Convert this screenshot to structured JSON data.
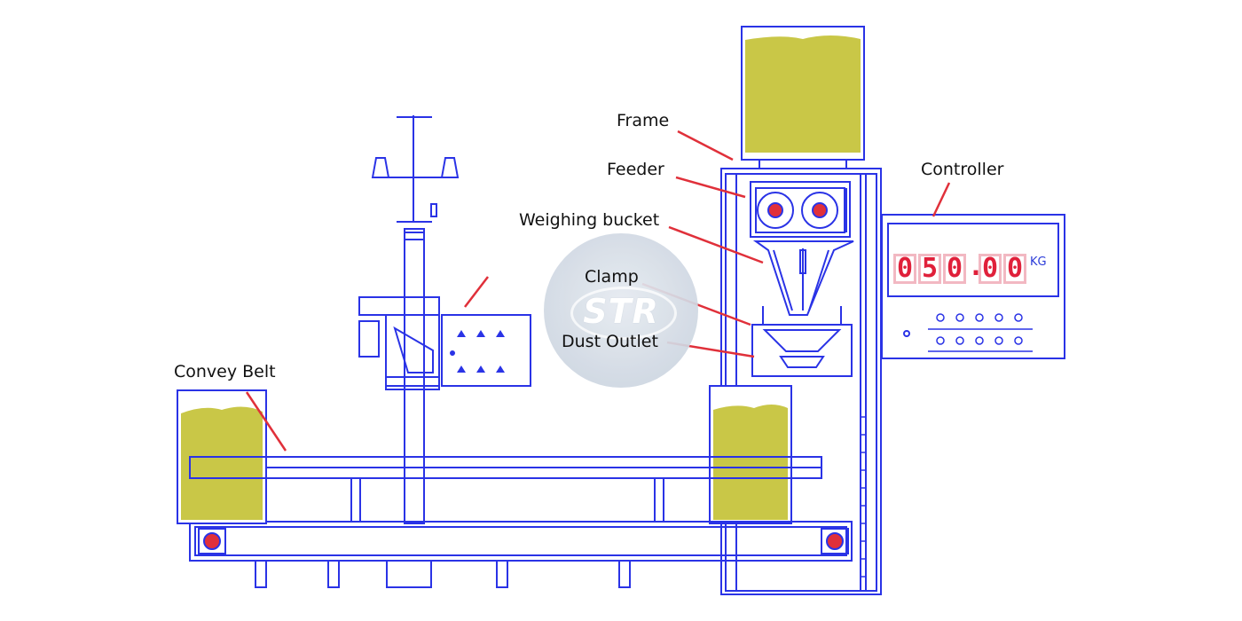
{
  "labels": {
    "frame": "Frame",
    "feeder": "Feeder",
    "weighing_bucket": "Weighing bucket",
    "clamp": "Clamp",
    "dust_outlet": "Dust Outlet",
    "controller": "Controller",
    "convey_belt": "Convey Belt"
  },
  "display": {
    "digits": [
      "0",
      "5",
      "0",
      ".",
      "0",
      "0"
    ],
    "unit": "KG"
  },
  "logo": {
    "text": "STR"
  },
  "colors": {
    "line": "#2a33e6",
    "fill": "#c9c747",
    "leader": "#e0303a",
    "indicator": "#e0203a"
  }
}
